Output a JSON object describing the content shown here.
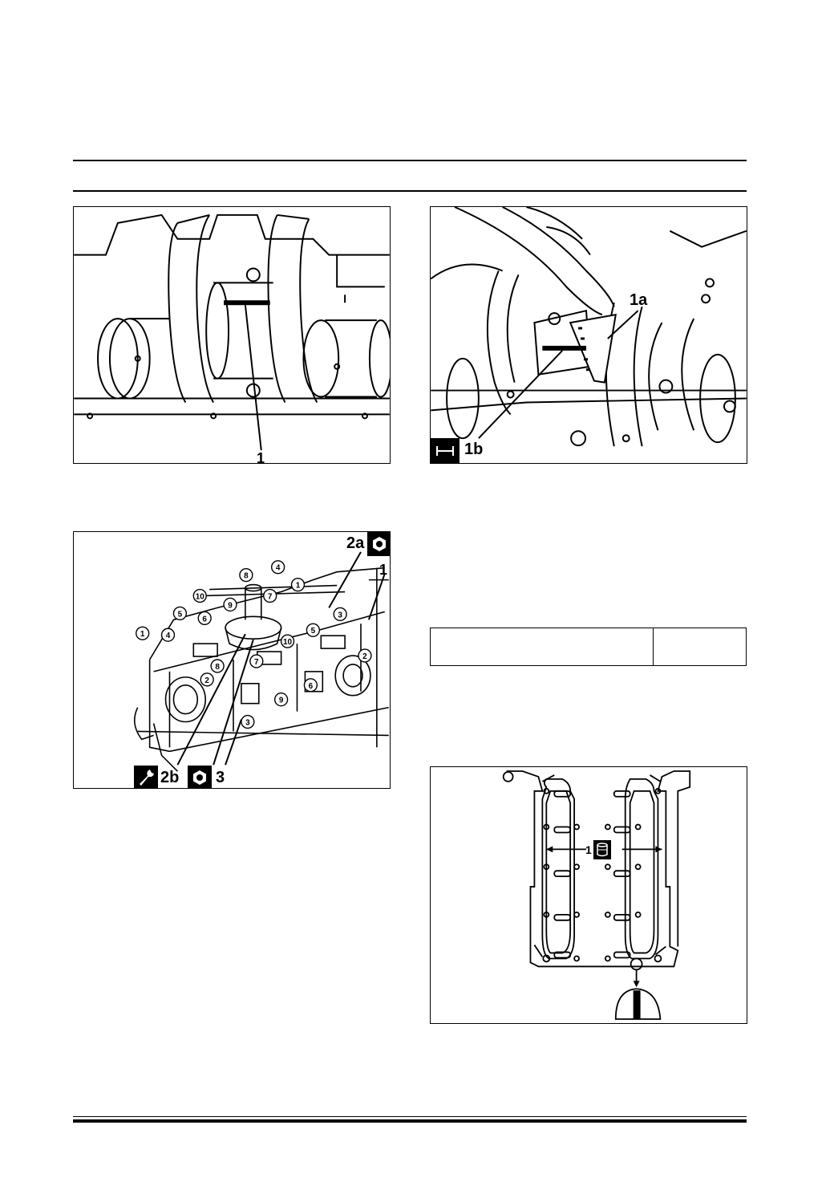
{
  "figure_1": {
    "callout": "1"
  },
  "figure_2": {
    "callout_a": "1a",
    "callout_b": "1b",
    "badge_icon": "measure-icon"
  },
  "figure_3": {
    "callout_2a": "2a",
    "callout_1": "1",
    "callout_2b": "2b",
    "callout_3": "3",
    "sequence_numbers": [
      "1",
      "2",
      "3",
      "4",
      "5",
      "6",
      "7",
      "8",
      "9",
      "10",
      "1",
      "2",
      "3",
      "4",
      "5",
      "6",
      "7",
      "8",
      "9",
      "10"
    ],
    "badge_icons": [
      "nut-icon",
      "wrench-icon",
      "nut-icon"
    ]
  },
  "spec_table": {
    "cells": [
      "",
      ""
    ]
  },
  "figure_4": {
    "callout": "1",
    "badge_icon": "sealant-icon"
  }
}
